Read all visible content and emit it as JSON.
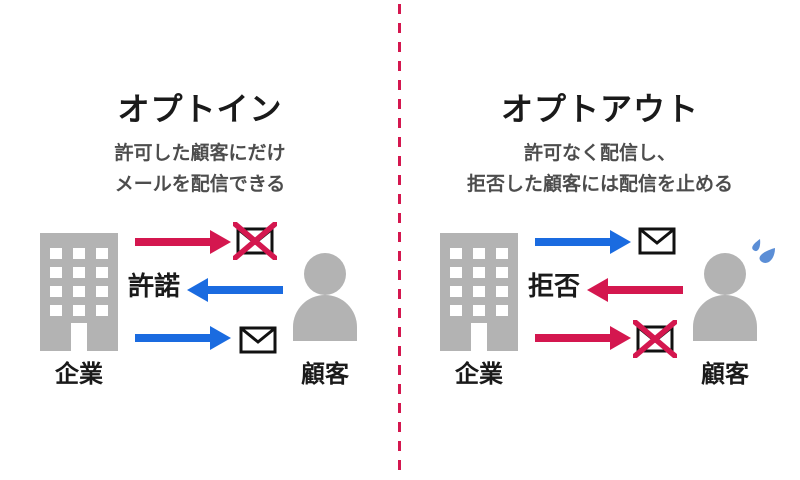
{
  "colors": {
    "red": "#d4174f",
    "blue": "#1a6be0",
    "icon_gray": "#b3b3b3",
    "sweat_blue": "#5b8ed6",
    "title_text": "#1a1a1a",
    "subtitle_text": "#4d4d4d",
    "envelope_stroke": "#111111"
  },
  "divider": {
    "style": "dashed-vertical",
    "color": "#d4174f"
  },
  "opt_in": {
    "title": "オプトイン",
    "subtitle_lines": [
      "許可した顧客にだけ",
      "メールを配信できる"
    ],
    "company_label": "企業",
    "customer_label": "顧客",
    "consent_label": "許諾",
    "flows": [
      {
        "from": "company",
        "to": "customer",
        "arrow_color": "red",
        "envelope": "crossed"
      },
      {
        "from": "customer",
        "to": "company",
        "arrow_color": "blue",
        "label": "許諾"
      },
      {
        "from": "company",
        "to": "customer",
        "arrow_color": "blue",
        "envelope": "plain"
      }
    ]
  },
  "opt_out": {
    "title": "オプトアウト",
    "subtitle_lines": [
      "許可なく配信し、",
      "拒否した顧客には配信を止める"
    ],
    "company_label": "企業",
    "customer_label": "顧客",
    "refusal_label": "拒否",
    "customer_has_sweat_drops": true,
    "flows": [
      {
        "from": "company",
        "to": "customer",
        "arrow_color": "blue",
        "envelope": "plain"
      },
      {
        "from": "customer",
        "to": "company",
        "arrow_color": "red",
        "label": "拒否"
      },
      {
        "from": "company",
        "to": "customer",
        "arrow_color": "red",
        "envelope": "crossed"
      }
    ]
  }
}
